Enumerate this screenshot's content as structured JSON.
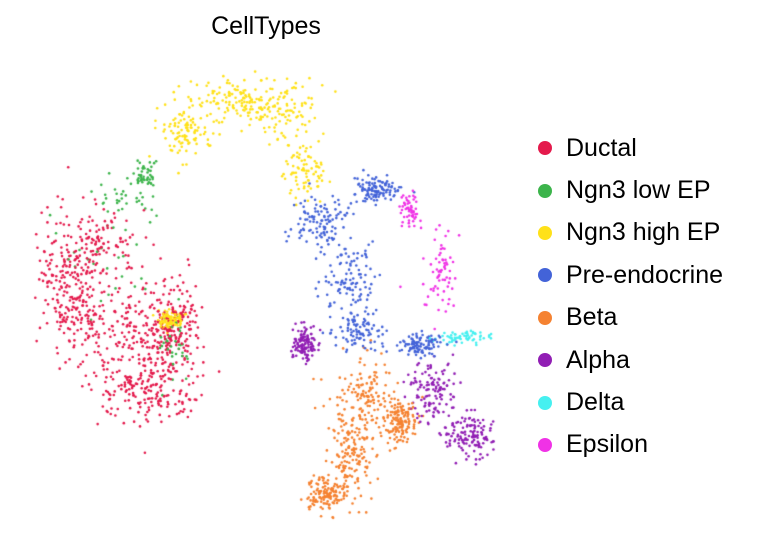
{
  "chart_data": {
    "type": "scatter",
    "title": "CellTypes",
    "xlabel": "",
    "ylabel": "",
    "grid": false,
    "axes_visible": false,
    "legend_position": "right",
    "legend": [
      {
        "label": "Ductal",
        "color": "#e41a4c"
      },
      {
        "label": "Ngn3 low EP",
        "color": "#3cb44b"
      },
      {
        "label": "Ngn3 high EP",
        "color": "#ffe119"
      },
      {
        "label": "Pre-endocrine",
        "color": "#4363d8"
      },
      {
        "label": "Beta",
        "color": "#f58231"
      },
      {
        "label": "Alpha",
        "color": "#911eb4"
      },
      {
        "label": "Delta",
        "color": "#46f0f0"
      },
      {
        "label": "Epsilon",
        "color": "#f032e6"
      }
    ],
    "clusters": [
      {
        "label": "Ductal",
        "color": "#e41a4c",
        "count": 900,
        "blobs": [
          [
            90,
            250,
            48,
            40
          ],
          [
            120,
            330,
            55,
            50
          ],
          [
            150,
            390,
            45,
            30
          ],
          [
            70,
            300,
            30,
            50
          ],
          [
            170,
            330,
            25,
            40
          ]
        ]
      },
      {
        "label": "Ngn3 low EP",
        "color": "#3cb44b",
        "count": 140,
        "blobs": [
          [
            125,
            200,
            25,
            25
          ],
          [
            100,
            260,
            40,
            40
          ],
          [
            175,
            340,
            18,
            30
          ],
          [
            145,
            175,
            12,
            12
          ]
        ]
      },
      {
        "label": "Ngn3 high EP",
        "color": "#ffe119",
        "count": 520,
        "blobs": [
          [
            185,
            130,
            25,
            30
          ],
          [
            240,
            100,
            35,
            22
          ],
          [
            290,
            110,
            30,
            25
          ],
          [
            305,
            170,
            18,
            30
          ],
          [
            170,
            320,
            12,
            8
          ]
        ]
      },
      {
        "label": "Pre-endocrine",
        "color": "#4363d8",
        "count": 520,
        "blobs": [
          [
            320,
            220,
            25,
            25
          ],
          [
            350,
            280,
            22,
            35
          ],
          [
            375,
            190,
            20,
            12
          ],
          [
            360,
            330,
            22,
            20
          ],
          [
            420,
            345,
            20,
            10
          ]
        ]
      },
      {
        "label": "Beta",
        "color": "#f58231",
        "count": 560,
        "blobs": [
          [
            365,
            400,
            30,
            40
          ],
          [
            350,
            460,
            20,
            35
          ],
          [
            325,
            495,
            18,
            15
          ],
          [
            400,
            420,
            15,
            20
          ]
        ]
      },
      {
        "label": "Alpha",
        "color": "#911eb4",
        "count": 380,
        "blobs": [
          [
            430,
            390,
            25,
            25
          ],
          [
            470,
            435,
            25,
            20
          ],
          [
            305,
            345,
            10,
            15
          ]
        ]
      },
      {
        "label": "Delta",
        "color": "#46f0f0",
        "count": 60,
        "blobs": [
          [
            465,
            338,
            25,
            6
          ]
        ]
      },
      {
        "label": "Epsilon",
        "color": "#f032e6",
        "count": 120,
        "blobs": [
          [
            440,
            270,
            15,
            40
          ],
          [
            410,
            210,
            10,
            15
          ]
        ]
      }
    ]
  }
}
